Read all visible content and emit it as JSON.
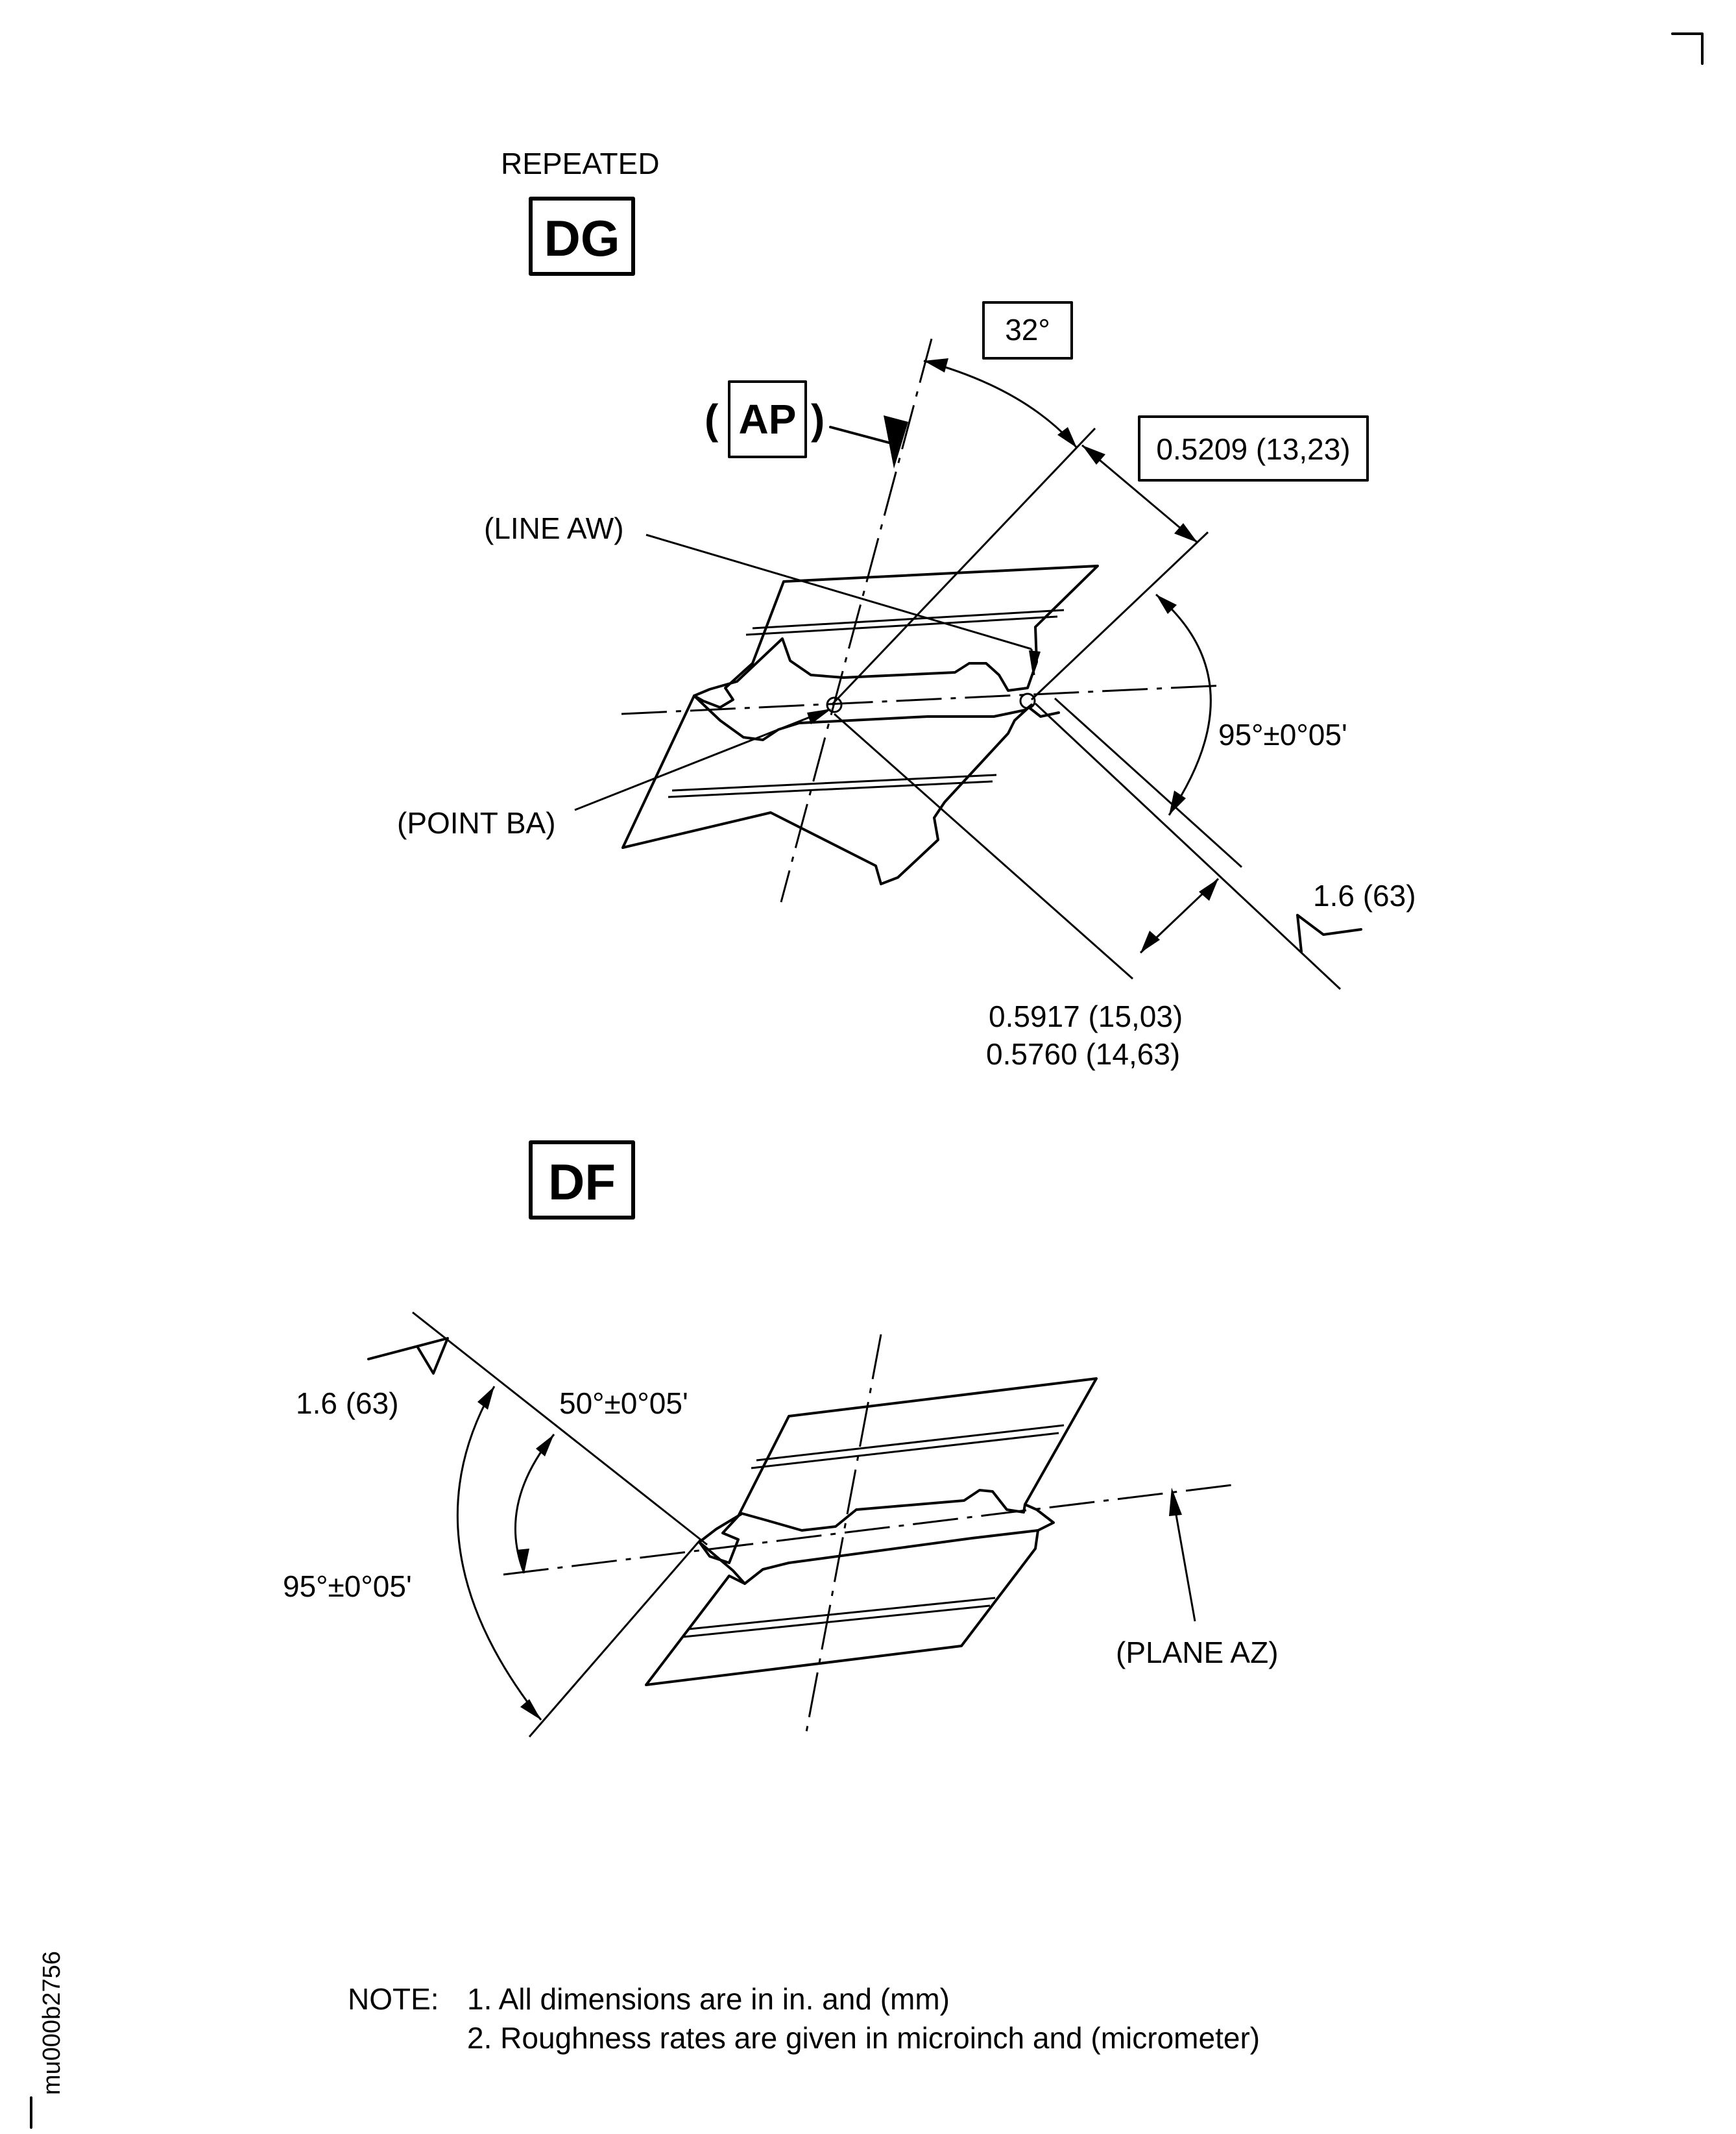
{
  "corner_marks": true,
  "section_dg": {
    "repeated_label": "REPEATED",
    "tag": "DG",
    "view_tag": "AP",
    "angle_box": "32°",
    "dim_box": "0.5209 (13,23)",
    "line_label": "(LINE AW)",
    "point_label": "(POINT BA)",
    "angle_tol": "95°±0°05'",
    "roughness": "1.6 (63)",
    "dim_upper": "0.5917 (15,03)",
    "dim_lower": "0.5760 (14,63)"
  },
  "section_df": {
    "tag": "DF",
    "roughness": "1.6 (63)",
    "angle_a": "50°±0°05'",
    "angle_b": "95°±0°05'",
    "plane_label": "(PLANE AZ)"
  },
  "notes": {
    "prefix": "NOTE:",
    "line1": "1. All dimensions are in in. and (mm)",
    "line2": "2. Roughness rates are given in microinch and (micrometer)"
  },
  "figure_id": "mu000b2756"
}
